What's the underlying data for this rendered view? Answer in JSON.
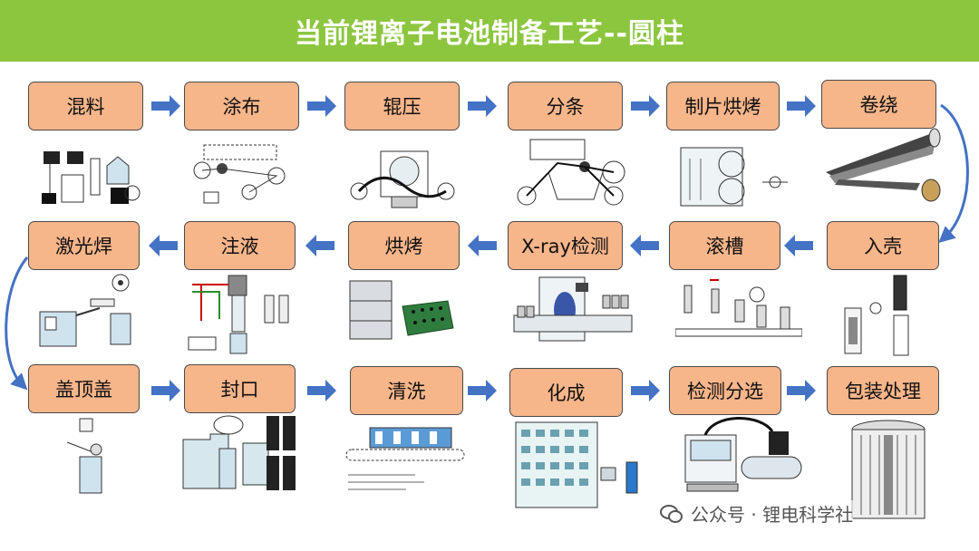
{
  "title": "当前锂离子电池制备工艺--圆柱",
  "steps": {
    "s1": "混料",
    "s2": "涂布",
    "s3": "辊压",
    "s4": "分条",
    "s5": "制片烘烤",
    "s6": "卷绕",
    "s7": "入壳",
    "s8": "滚槽",
    "s9": "X-ray检测",
    "s10": "烘烤",
    "s11": "注液",
    "s12": "激光焊",
    "s13": "盖顶盖",
    "s14": "封口",
    "s15": "清洗",
    "s16": "化成",
    "s17": "检测分选",
    "s18": "包装处理"
  },
  "watermark": "公众号 · 锂电科学社",
  "colors": {
    "header": "#8cc63f",
    "step_fill": "#f7b58a",
    "arrow": "#4472c4"
  }
}
